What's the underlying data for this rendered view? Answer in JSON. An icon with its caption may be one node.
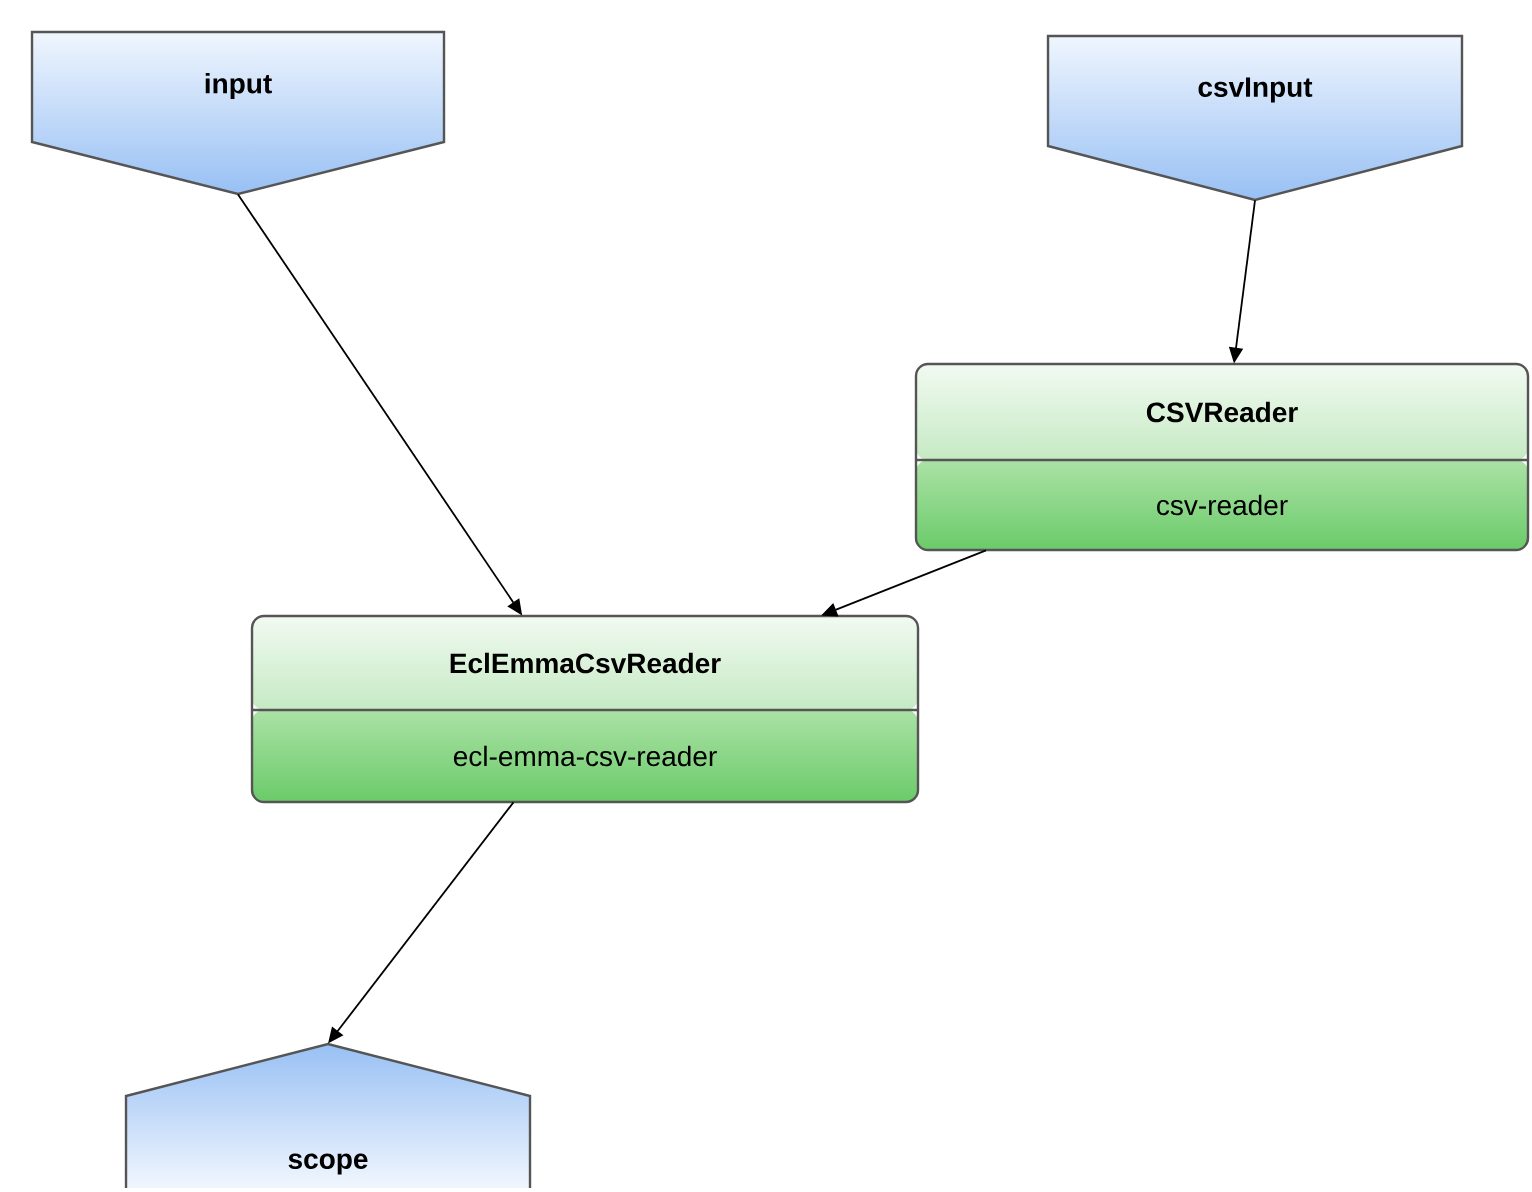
{
  "diagram": {
    "nodes": [
      {
        "text": [
          "input"
        ]
      },
      {
        "text": [
          "csvInput"
        ]
      },
      {
        "text": [
          "CSVReader",
          "csv-reader"
        ]
      },
      {
        "text": [
          "EclEmmaCsvReader",
          "ecl-emma-csv-reader"
        ]
      },
      {
        "text": [
          "scope"
        ]
      }
    ],
    "edges": [
      {
        "from": 0,
        "to": 3,
        "arrow": "to"
      },
      {
        "from": 1,
        "to": 2,
        "arrow": "to"
      },
      {
        "from": 2,
        "to": 3,
        "arrow": "to"
      },
      {
        "from": 3,
        "to": 4,
        "arrow": "to"
      }
    ]
  }
}
